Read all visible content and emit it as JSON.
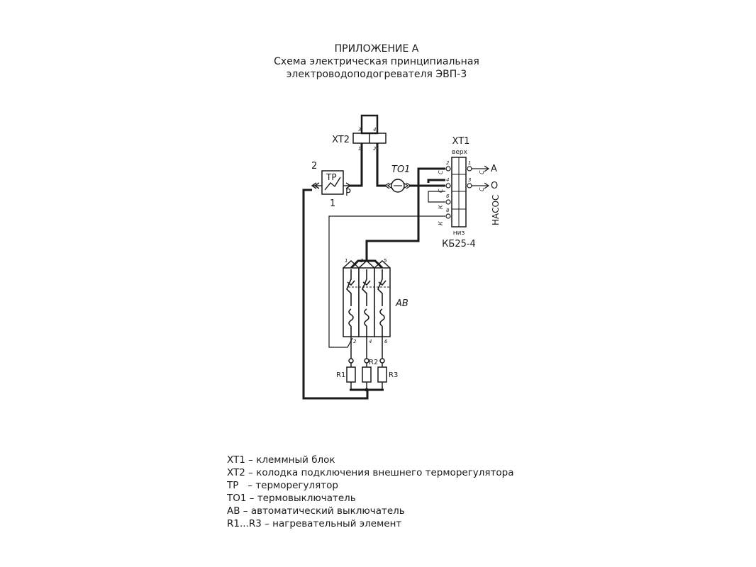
{
  "header": {
    "appendix": "ПРИЛОЖЕНИЕ А",
    "line1": "Схема электрическая принципиальная",
    "line2": "электроводоподогревателя ЭВП-3"
  },
  "xt2": {
    "label": "XT2",
    "pins": [
      "3",
      "4",
      "1",
      "2"
    ]
  },
  "tp": {
    "label": "ТР",
    "pin_top": "2",
    "pin_bottom": "1",
    "pin_side": "Р"
  },
  "to1": {
    "label": "ТО1"
  },
  "xt1": {
    "label": "XT1",
    "top": "верх",
    "bottom": "низ",
    "model": "КБ25-4",
    "left_pins": [
      "2",
      "4",
      "6",
      "8"
    ],
    "right_pins": [
      "1",
      "3"
    ],
    "left_marks": [
      "С",
      "С",
      "К",
      "К"
    ],
    "right_marks": [
      "С",
      "С"
    ],
    "phase_a": "А",
    "phase_o": "О",
    "pump": "НАСОС"
  },
  "ab": {
    "label": "АВ",
    "top_pins": [
      "1",
      "3",
      "5"
    ],
    "bottom_pins": [
      "2",
      "4",
      "6"
    ]
  },
  "heaters": [
    "R1",
    "R2",
    "R3"
  ],
  "legend": [
    {
      "code": "XT1",
      "sep": " – ",
      "text": "клеммный блок"
    },
    {
      "code": "XT2",
      "sep": " – ",
      "text": "колодка подключения внешнего терморегулятора"
    },
    {
      "code": "ТР",
      "sep": "   – ",
      "text": "терморегулятор"
    },
    {
      "code": "ТО1",
      "sep": " – ",
      "text": "термовыключатель"
    },
    {
      "code": "АВ",
      "sep": " – ",
      "text": "автоматический выключатель"
    },
    {
      "code": "R1...R3",
      "sep": " – ",
      "text": "нагревательный элемент"
    }
  ]
}
